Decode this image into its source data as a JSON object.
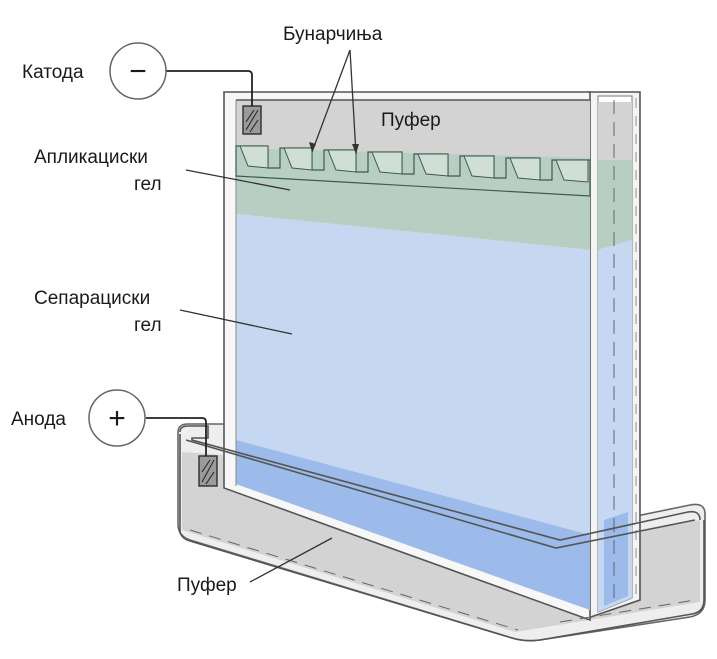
{
  "labels": {
    "cathode": "Катода",
    "wells": "Бунарчиња",
    "buffer_top": "Пуфер",
    "stacking_gel_line1": "Апликациски",
    "stacking_gel_line2": "гел",
    "separating_gel_line1": "Сепарациски",
    "separating_gel_line2": "гел",
    "anode": "Анода",
    "buffer_bottom": "Пуфер"
  },
  "signs": {
    "cathode": "−",
    "anode": "+"
  },
  "colors": {
    "buffer": "#d3d3d3",
    "stacking_gel": "#b7cfc3",
    "separating_gel": "#c6d7f1",
    "separating_gel_bottom": "#9cbbea",
    "glass_edge": "#555555"
  }
}
